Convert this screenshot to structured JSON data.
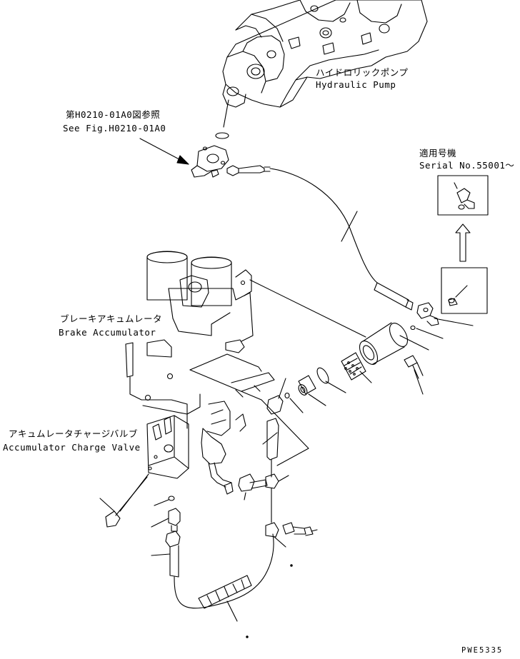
{
  "labels": {
    "hydraulic_pump_ja": "ハイドロリックポンプ",
    "hydraulic_pump_en": "Hydraulic Pump",
    "see_fig_ja": "第H0210-01A0図参照",
    "see_fig_en": "See Fig.H0210-01A0",
    "serial_ja": "適用号機",
    "serial_en": "Serial No.55001～",
    "brake_accumulator_ja": "ブレーキアキュムレータ",
    "brake_accumulator_en": "Brake Accumulator",
    "charge_valve_ja": "アキュムレータチャージバルブ",
    "charge_valve_en": "Accumulator Charge Valve",
    "drawing_code": "PWE5335"
  },
  "colors": {
    "line": "#000000",
    "background": "#ffffff"
  }
}
